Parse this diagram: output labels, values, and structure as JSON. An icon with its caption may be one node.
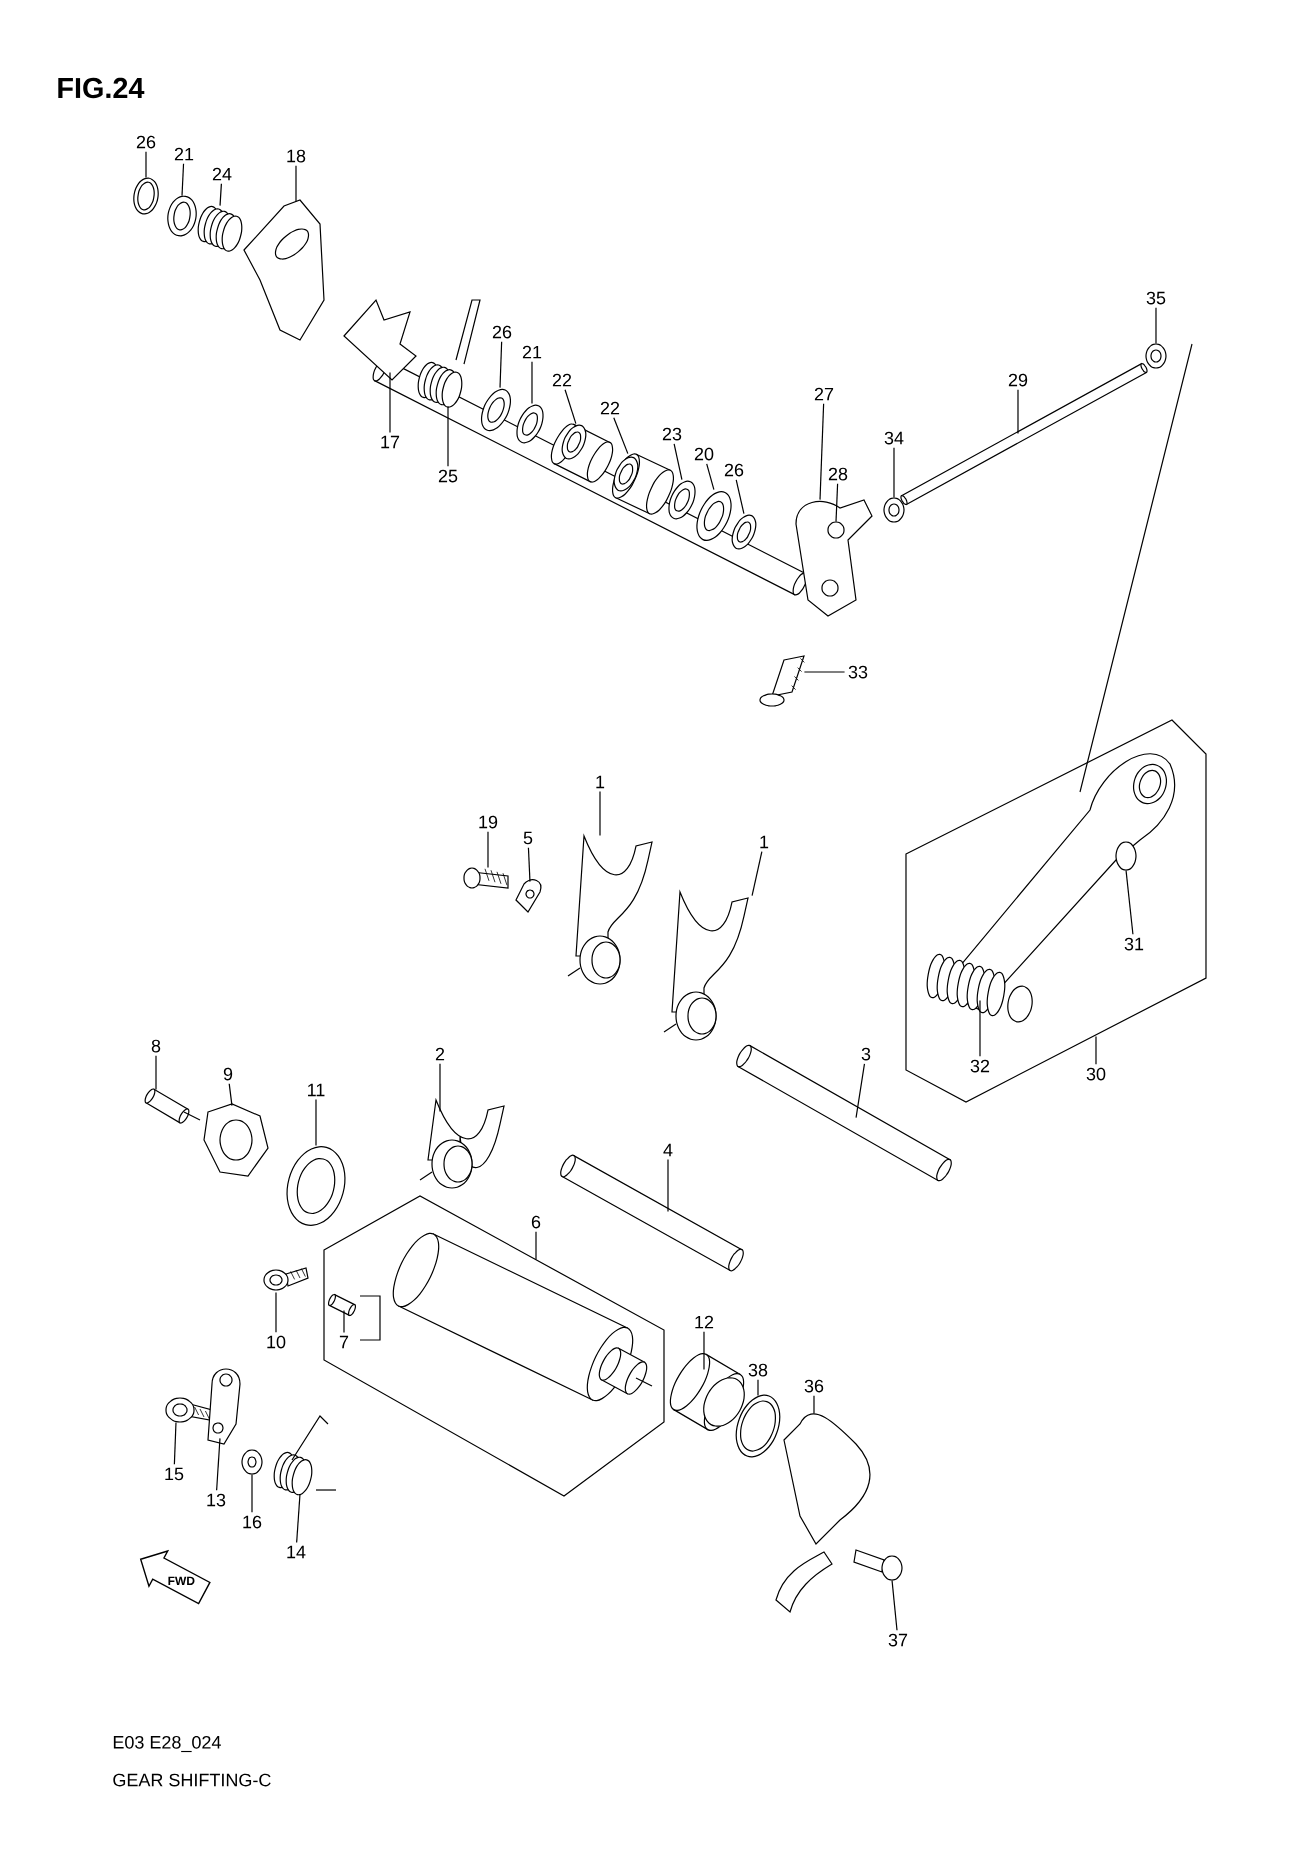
{
  "diagram": {
    "title": "FIG.24",
    "caption": "E03 E28_024",
    "nodes": [
      {
        "text": [
          "26"
        ]
      },
      {
        "text": [
          "21"
        ]
      },
      {
        "text": [
          "24"
        ]
      },
      {
        "text": [
          "18"
        ]
      },
      {
        "text": [
          "35"
        ]
      },
      {
        "text": [
          "26"
        ]
      },
      {
        "text": [
          "21"
        ]
      },
      {
        "text": [
          "22"
        ]
      },
      {
        "text": [
          "22"
        ]
      },
      {
        "text": [
          "27"
        ]
      },
      {
        "text": [
          "29"
        ]
      },
      {
        "text": [
          "23"
        ]
      },
      {
        "text": [
          "20"
        ]
      },
      {
        "text": [
          "26"
        ]
      },
      {
        "text": [
          "17"
        ]
      },
      {
        "text": [
          "34"
        ]
      },
      {
        "text": [
          "28"
        ]
      },
      {
        "text": [
          "25"
        ]
      },
      {
        "text": [
          "33"
        ]
      },
      {
        "text": [
          "1"
        ]
      },
      {
        "text": [
          "1"
        ]
      },
      {
        "text": [
          "19"
        ]
      },
      {
        "text": [
          "5"
        ]
      },
      {
        "text": [
          "31"
        ],
        "in": 43
      },
      {
        "text": [
          "8"
        ]
      },
      {
        "text": [
          "2"
        ]
      },
      {
        "text": [
          "9"
        ]
      },
      {
        "text": [
          "3"
        ]
      },
      {
        "text": [
          "11"
        ]
      },
      {
        "text": [
          "32"
        ],
        "in": 43
      },
      {
        "text": [
          "30"
        ]
      },
      {
        "text": [
          "4"
        ]
      },
      {
        "text": [
          "6"
        ]
      },
      {
        "text": [
          "10"
        ]
      },
      {
        "text": [
          "7"
        ],
        "in": 44
      },
      {
        "text": [
          "12"
        ]
      },
      {
        "text": [
          "38"
        ]
      },
      {
        "text": [
          "36"
        ]
      },
      {
        "text": [
          "15"
        ]
      },
      {
        "text": [
          "13"
        ]
      },
      {
        "text": [
          "16"
        ]
      },
      {
        "text": [
          "14"
        ]
      },
      {
        "text": [
          "37"
        ]
      },
      {
        "text": [],
        "shape": "picture"
      },
      {
        "text": [],
        "shape": "picture"
      },
      {
        "text": [],
        "shape": "picture"
      },
      {
        "text": [],
        "shape": "picture"
      },
      {
        "text": [],
        "shape": "picture"
      },
      {
        "text": [],
        "shape": "picture"
      },
      {
        "text": [],
        "shape": "picture"
      },
      {
        "text": [],
        "shape": "picture"
      },
      {
        "text": [],
        "shape": "picture"
      },
      {
        "text": [],
        "shape": "picture"
      },
      {
        "text": [],
        "shape": "picture"
      },
      {
        "text": [],
        "shape": "picture"
      },
      {
        "text": [],
        "shape": "picture"
      },
      {
        "text": [],
        "shape": "picture"
      },
      {
        "text": [],
        "shape": "picture"
      },
      {
        "text": [],
        "shape": "picture"
      },
      {
        "text": [],
        "shape": "picture"
      },
      {
        "text": [],
        "shape": "picture"
      },
      {
        "text": [],
        "shape": "circle",
        "in": 54
      },
      {
        "text": [],
        "shape": "picture"
      },
      {
        "text": [],
        "shape": "picture"
      },
      {
        "text": [],
        "shape": "picture"
      },
      {
        "text": [],
        "shape": "picture"
      },
      {
        "text": [],
        "shape": "picture"
      },
      {
        "text": [],
        "shape": "picture"
      },
      {
        "text": [],
        "shape": "circle",
        "in": 43
      },
      {
        "text": [],
        "shape": "picture"
      },
      {
        "text": [],
        "shape": "picture"
      },
      {
        "text": [],
        "shape": "picture"
      },
      {
        "text": [],
        "shape": "picture"
      },
      {
        "text": [],
        "shape": "picture"
      },
      {
        "text": [],
        "shape": "picture",
        "in": 43
      },
      {
        "text": [],
        "shape": "picture"
      },
      {
        "text": [],
        "shape": "picture"
      },
      {
        "text": [],
        "shape": "picture",
        "in": 44
      },
      {
        "text": [],
        "shape": "picture"
      },
      {
        "text": [],
        "shape": "picture"
      },
      {
        "text": [],
        "shape": "picture"
      },
      {
        "text": [],
        "shape": "picture"
      },
      {
        "text": [],
        "shape": "picture"
      },
      {
        "text": [],
        "shape": "picture"
      },
      {
        "text": [],
        "shape": "picture"
      },
      {
        "text": [],
        "shape": "picture"
      }
    ],
    "edges": [
      {
        "from": 0,
        "to": 45,
        "arrow": "none"
      },
      {
        "from": 1,
        "to": 46,
        "arrow": "none"
      },
      {
        "from": 2,
        "to": 47,
        "arrow": "none"
      },
      {
        "from": 3,
        "to": 48,
        "arrow": "none"
      },
      {
        "from": 4,
        "to": 49,
        "arrow": "none"
      },
      {
        "from": 5,
        "to": 50,
        "arrow": "none"
      },
      {
        "from": 6,
        "to": 51,
        "arrow": "none"
      },
      {
        "from": 7,
        "to": 52,
        "arrow": "none"
      },
      {
        "from": 8,
        "to": 53,
        "arrow": "none"
      },
      {
        "from": 9,
        "to": 54,
        "arrow": "none"
      },
      {
        "from": 10,
        "to": 55,
        "arrow": "none"
      },
      {
        "from": 11,
        "to": 56,
        "arrow": "none"
      },
      {
        "from": 12,
        "to": 57,
        "arrow": "none"
      },
      {
        "from": 13,
        "to": 58,
        "arrow": "none"
      },
      {
        "from": 14,
        "to": 59,
        "arrow": "none"
      },
      {
        "from": 15,
        "to": 60,
        "arrow": "none"
      },
      {
        "from": 16,
        "to": 61,
        "arrow": "none"
      },
      {
        "from": 17,
        "to": 62,
        "arrow": "none"
      },
      {
        "from": 18,
        "to": 63,
        "arrow": "none"
      },
      {
        "from": 19,
        "to": 64,
        "arrow": "none"
      },
      {
        "from": 20,
        "to": 65,
        "arrow": "none"
      },
      {
        "from": 21,
        "to": 66,
        "arrow": "none"
      },
      {
        "from": 22,
        "to": 67,
        "arrow": "none"
      },
      {
        "from": 23,
        "to": 68,
        "arrow": "none"
      },
      {
        "from": 24,
        "to": 69,
        "arrow": "none"
      },
      {
        "from": 25,
        "to": 70,
        "arrow": "none"
      },
      {
        "from": 26,
        "to": 71,
        "arrow": "none"
      },
      {
        "from": 27,
        "to": 72,
        "arrow": "none"
      },
      {
        "from": 28,
        "to": 73,
        "arrow": "none"
      },
      {
        "from": 29,
        "to": 74,
        "arrow": "none"
      },
      {
        "from": 30,
        "to": 43,
        "arrow": "none"
      },
      {
        "from": 31,
        "to": 75,
        "arrow": "none"
      },
      {
        "from": 32,
        "to": 44,
        "arrow": "none"
      },
      {
        "from": 33,
        "to": 76,
        "arrow": "none"
      },
      {
        "from": 34,
        "to": 77,
        "arrow": "none"
      },
      {
        "from": 35,
        "to": 78,
        "arrow": "none"
      },
      {
        "from": 36,
        "to": 79,
        "arrow": "none"
      },
      {
        "from": 37,
        "to": 80,
        "arrow": "none"
      },
      {
        "from": 38,
        "to": 81,
        "arrow": "none"
      },
      {
        "from": 39,
        "to": 82,
        "arrow": "none"
      },
      {
        "from": 40,
        "to": 83,
        "arrow": "none"
      },
      {
        "from": 41,
        "to": 84,
        "arrow": "none"
      },
      {
        "from": 42,
        "to": 85,
        "arrow": "none"
      }
    ],
    "labels": [
      "FWD",
      "GEAR SHIFTING-C"
    ]
  }
}
